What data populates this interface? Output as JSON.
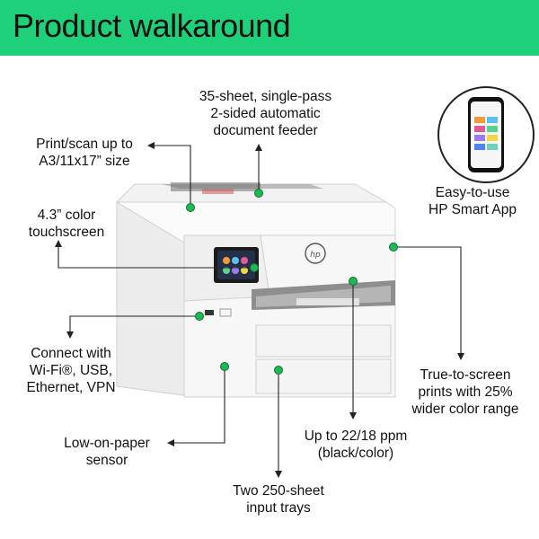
{
  "banner": {
    "title": "Product walkaround"
  },
  "colors": {
    "accent": "#1fd07a",
    "marker": "#1db954",
    "line": "#222222"
  },
  "callouts": {
    "feeder": {
      "lines": [
        "35-sheet, single-pass",
        "2-sided automatic",
        "document feeder"
      ]
    },
    "print_scan": {
      "lines": [
        "Print/scan up to",
        "A3/11x17” size"
      ]
    },
    "app": {
      "lines": [
        "Easy-to-use",
        "HP Smart App"
      ]
    },
    "touchscreen": {
      "lines": [
        "4.3” color",
        "touchscreen"
      ]
    },
    "connect": {
      "lines": [
        "Connect with",
        "Wi-Fi®, USB,",
        "Ethernet, VPN"
      ]
    },
    "true_screen": {
      "lines": [
        "True-to-screen",
        "prints with 25%",
        "wider color range"
      ]
    },
    "sensor": {
      "lines": [
        "Low-on-paper",
        "sensor"
      ]
    },
    "ppm": {
      "lines": [
        "Up to 22/18 ppm",
        "(black/color)"
      ]
    },
    "trays": {
      "lines": [
        "Two 250-sheet",
        "input trays"
      ]
    }
  },
  "icons": {
    "arrow": "arrow-left-icon",
    "marker": "callout-dot-icon",
    "phone": "smartphone-icon",
    "printer": "printer-illustration",
    "brand": "hp-logo"
  }
}
